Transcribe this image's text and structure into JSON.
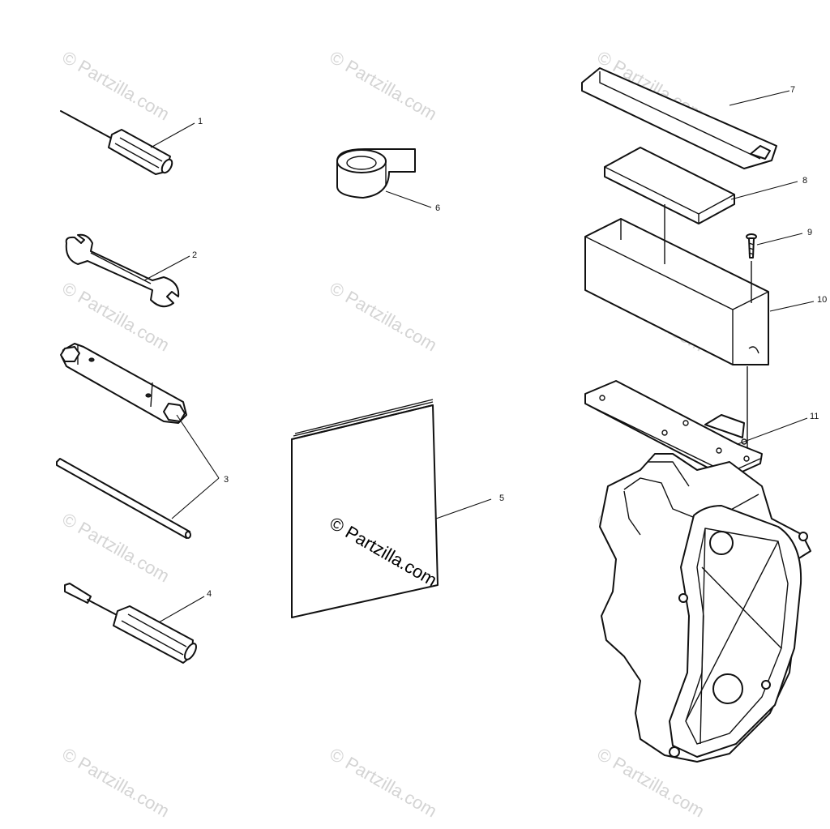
{
  "watermark": {
    "text": "© Partzilla.com",
    "main_text": "© Partzilla.com"
  },
  "callouts": [
    {
      "id": "1",
      "label": "1"
    },
    {
      "id": "2",
      "label": "2"
    },
    {
      "id": "3",
      "label": "3"
    },
    {
      "id": "4",
      "label": "4"
    },
    {
      "id": "5",
      "label": "5"
    },
    {
      "id": "6",
      "label": "6"
    },
    {
      "id": "7",
      "label": "7"
    },
    {
      "id": "8",
      "label": "8"
    },
    {
      "id": "9",
      "label": "9"
    },
    {
      "id": "10",
      "label": "10"
    },
    {
      "id": "11",
      "label": "11"
    }
  ],
  "colors": {
    "line": "#111111",
    "background": "#ffffff",
    "watermark": "#d4d4d4"
  }
}
